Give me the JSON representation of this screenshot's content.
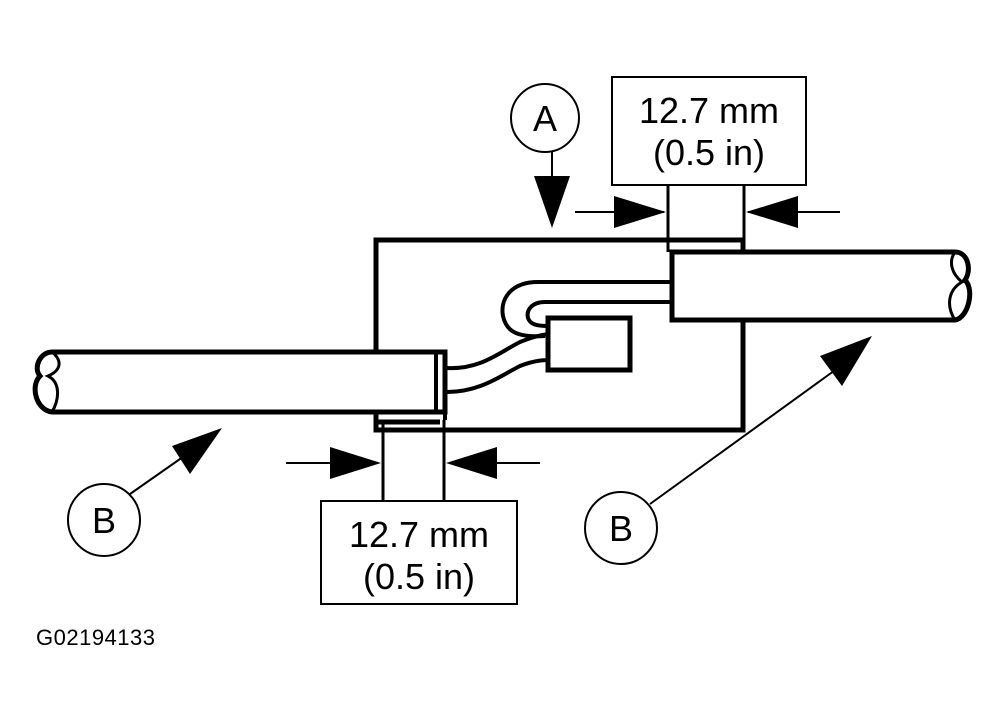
{
  "callouts": {
    "a": "A",
    "b_left": "B",
    "b_right": "B"
  },
  "dimensions": {
    "top": {
      "line1": "12.7 mm",
      "line2": "(0.5 in)"
    },
    "bottom": {
      "line1": "12.7 mm",
      "line2": "(0.5 in)"
    }
  },
  "figure_code": "G02194133"
}
